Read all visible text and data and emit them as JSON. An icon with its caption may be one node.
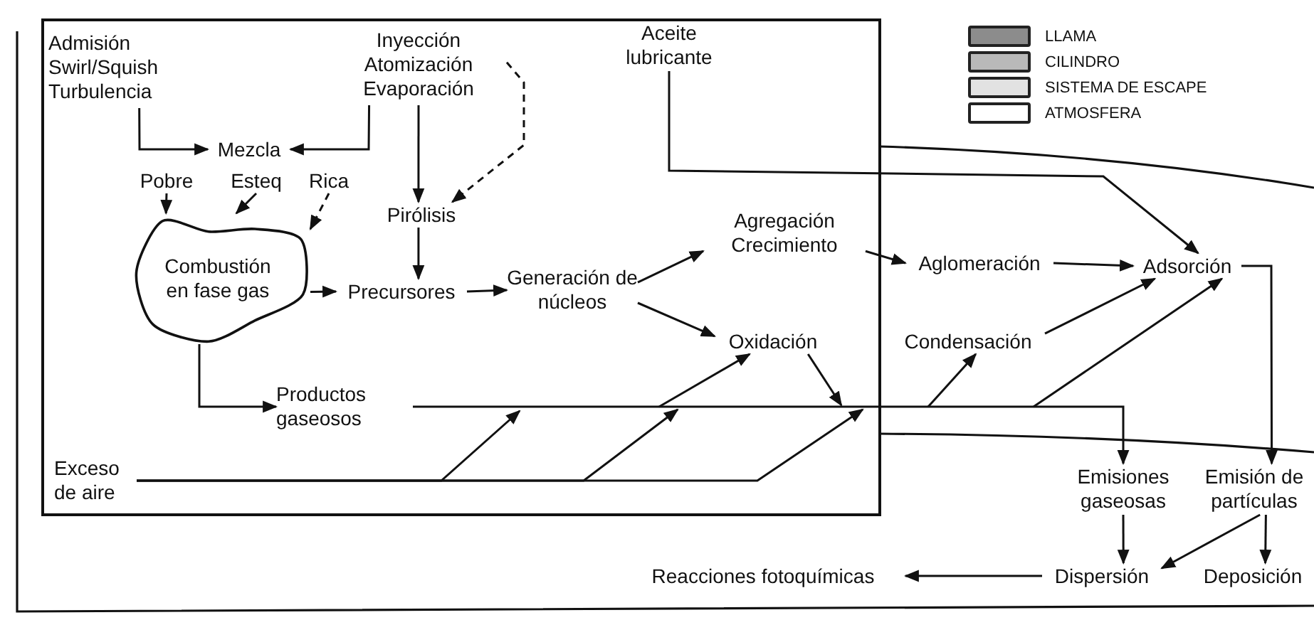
{
  "diagram": {
    "nodes": [
      {
        "text": [
          "Admisión",
          "Swirl/Squish",
          "Turbulencia"
        ]
      },
      {
        "text": [
          "Inyección",
          "Atomización",
          "Evaporación"
        ]
      },
      {
        "text": [
          "Aceite lubricante"
        ]
      },
      {
        "text": [
          "Mezcla"
        ]
      },
      {
        "text": [
          "Pobre"
        ]
      },
      {
        "text": [
          "Esteq"
        ]
      },
      {
        "text": [
          "Rica"
        ]
      },
      {
        "text": [
          "Pirólisis"
        ]
      },
      {
        "text": [
          "Combustión en fase gas"
        ]
      },
      {
        "text": [
          "Precursores"
        ]
      },
      {
        "text": [
          "Generación de núcleos"
        ]
      },
      {
        "text": [
          "Agregación",
          "Crecimiento"
        ]
      },
      {
        "text": [
          "Aglomeración"
        ]
      },
      {
        "text": [
          "Adsorción"
        ]
      },
      {
        "text": [
          "Oxidación"
        ]
      },
      {
        "text": [
          "Condensación"
        ]
      },
      {
        "text": [
          "Productos gaseosos"
        ]
      },
      {
        "text": [
          "Exceso de aire"
        ]
      },
      {
        "text": [
          "Emisiones gaseosas"
        ]
      },
      {
        "text": [
          "Emisión de partículas"
        ]
      },
      {
        "text": [
          "Reacciones fotoquímicas"
        ]
      },
      {
        "text": [
          "Dispersión"
        ]
      },
      {
        "text": [
          "Deposición"
        ]
      }
    ],
    "edges": [
      {
        "from": 0,
        "to": 3,
        "arrow": "to"
      },
      {
        "from": 1,
        "to": 3,
        "arrow": "to"
      },
      {
        "from": 1,
        "to": 7,
        "arrow": "to"
      },
      {
        "from": 1,
        "to": 7,
        "arrow": "to",
        "style": "dashed"
      },
      {
        "from": 4,
        "to": 8,
        "arrow": "to",
        "style": "dashed"
      },
      {
        "from": 5,
        "to": 8,
        "arrow": "to"
      },
      {
        "from": 6,
        "to": 8,
        "arrow": "to",
        "style": "dashed"
      },
      {
        "from": 7,
        "to": 9,
        "arrow": "to"
      },
      {
        "from": 8,
        "to": 9,
        "arrow": "to"
      },
      {
        "from": 9,
        "to": 10,
        "arrow": "to"
      },
      {
        "from": 10,
        "to": 11,
        "arrow": "to"
      },
      {
        "from": 10,
        "to": 14,
        "arrow": "to"
      },
      {
        "from": 11,
        "to": 12,
        "arrow": "to"
      },
      {
        "from": 12,
        "to": 13,
        "arrow": "to"
      },
      {
        "from": 2,
        "to": 13,
        "arrow": "to"
      },
      {
        "from": 8,
        "to": 16,
        "arrow": "to"
      },
      {
        "from": 16,
        "to": 18,
        "arrow": "to"
      },
      {
        "from": null,
        "to": 14,
        "arrow": "to"
      },
      {
        "from": 14,
        "to": null,
        "arrow": "to"
      },
      {
        "from": 17,
        "to": null,
        "arrow": "to"
      },
      {
        "from": 17,
        "to": null,
        "arrow": "to"
      },
      {
        "from": 17,
        "to": null,
        "arrow": "to"
      },
      {
        "from": null,
        "to": 15,
        "arrow": "to"
      },
      {
        "from": null,
        "to": 13,
        "arrow": "to"
      },
      {
        "from": 15,
        "to": 13,
        "arrow": "to"
      },
      {
        "from": 13,
        "to": 19,
        "arrow": "to"
      },
      {
        "from": 18,
        "to": 21,
        "arrow": "to"
      },
      {
        "from": 19,
        "to": 21,
        "arrow": "to"
      },
      {
        "from": 19,
        "to": 22,
        "arrow": "to"
      },
      {
        "from": 21,
        "to": 20,
        "arrow": "to"
      }
    ],
    "legend": [
      {
        "text": "LLAMA",
        "color": "#8c8c8c"
      },
      {
        "text": "CILINDRO",
        "color": "#b9b9b9"
      },
      {
        "text": "SISTEMA DE ESCAPE",
        "color": "#e2e2e2"
      },
      {
        "text": "ATMOSFERA",
        "color": "#ffffff"
      }
    ]
  }
}
